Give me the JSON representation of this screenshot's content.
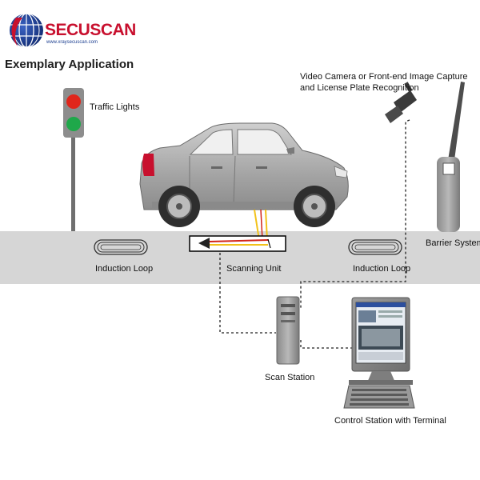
{
  "logo": {
    "brand": "SECUSCAN",
    "url": "www.xraysecuscan.com",
    "colors": {
      "red": "#c8102e",
      "blue": "#1a3d8f"
    }
  },
  "heading": "Exemplary Application",
  "labels": {
    "traffic_lights": "Traffic Lights",
    "camera_line1": "Video Camera or Front-end Image Capture",
    "camera_line2": "and License Plate Recognition",
    "barrier_system": "Barrier System",
    "induction_loop_left": "Induction Loop",
    "induction_loop_right": "Induction Loop",
    "scanning_unit": "Scanning Unit",
    "scan_station": "Scan Station",
    "control_station": "Control Station with Terminal"
  },
  "colors": {
    "road": "#d6d6d6",
    "car_body": "#a9a9a9",
    "car_dark": "#3a3a3a",
    "signal_red": "#e0261b",
    "signal_green": "#1fa84a",
    "beam_red": "#d3261b",
    "beam_yellow": "#f2c21a"
  }
}
